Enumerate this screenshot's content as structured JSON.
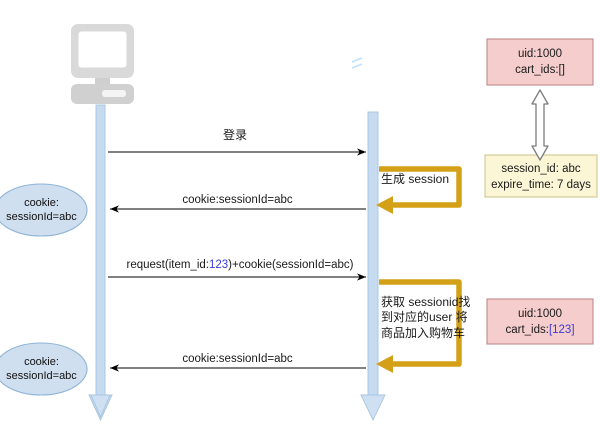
{
  "diagram": {
    "type": "uml-sequence-diagram",
    "title": "session-cookie-flow",
    "colors": {
      "lifeline": "#c3d9ef",
      "lifeline_border": "#9cc0e0",
      "ellipse_fill": "#cfdff0",
      "ellipse_border": "#8fb4d6",
      "pink_fill": "#f5cdcd",
      "pink_border": "#c98f8f",
      "yellow_fill": "#fbf6d6",
      "yellow_border": "#d6cf9a",
      "selfloop": "#d4a017",
      "message_arrow": "#000000",
      "link_arrow": "#808080",
      "highlight_text": "#3b3bd6",
      "server_top": "#5aa9f2",
      "server_side": "#2f6fd0"
    }
  },
  "actors": {
    "client": {
      "name": "client-computer",
      "icon": "desktop-computer-icon"
    },
    "server": {
      "name": "server",
      "icon": "server-tower-icon"
    }
  },
  "messages": [
    {
      "id": "login",
      "label": "登录",
      "direction": "right"
    },
    {
      "id": "cookie1",
      "label": "cookie:sessionId=abc",
      "direction": "left"
    },
    {
      "id": "request",
      "label_pre": "request(item_id:",
      "label_hl": "123",
      "label_post": ")+cookie(sessionId=abc)",
      "direction": "right"
    },
    {
      "id": "cookie2",
      "label": "cookie:sessionId=abc",
      "direction": "left"
    }
  ],
  "self_actions": [
    {
      "id": "gen-session",
      "label": "生成 session"
    },
    {
      "id": "lookup-user",
      "line1": "获取 sessionid找",
      "line2": "到对应的user 将",
      "line3": "商品加入购物车"
    }
  ],
  "notes": {
    "user_top": {
      "line1": "uid:1000",
      "line2_pre": "cart_ids:",
      "line2_hl": "[]",
      "line2_post": ""
    },
    "session": {
      "line1": "session_id: abc",
      "line2": "expire_time: 7 days"
    },
    "user_bottom": {
      "line1": "uid:1000",
      "line2_pre": "cart_ids:",
      "line2_hl": "[123]",
      "line2_post": ""
    }
  },
  "cookie_stores": [
    {
      "id": "cookie-store-1",
      "line1": "cookie:",
      "line2": "sessionId=abc"
    },
    {
      "id": "cookie-store-2",
      "line1": "cookie:",
      "line2": "sessionId=abc"
    }
  ]
}
